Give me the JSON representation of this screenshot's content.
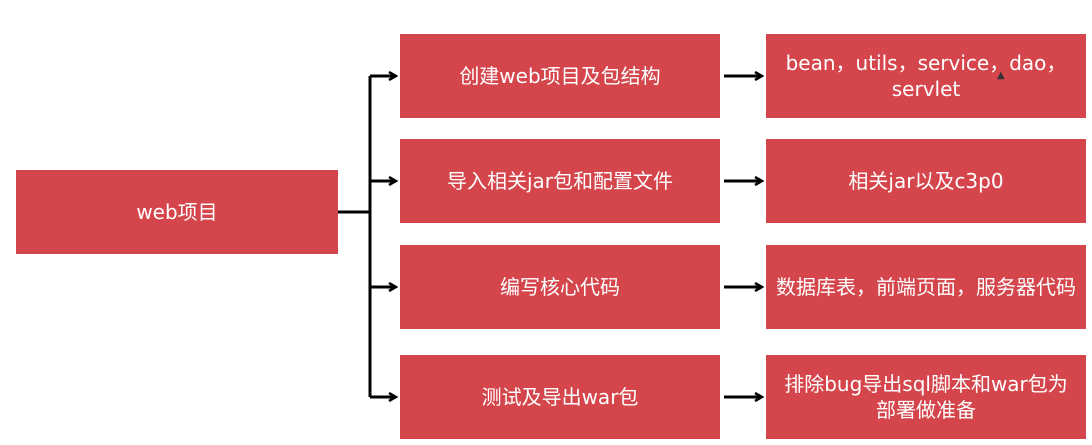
{
  "root": {
    "label": "web项目"
  },
  "steps": [
    {
      "label": "创建web项目及包结构",
      "detail": "bean，utils，service，dao，servlet"
    },
    {
      "label": "导入相关jar包和配置文件",
      "detail": "相关jar以及c3p0"
    },
    {
      "label": "编写核心代码",
      "detail": "数据库表，前端页面，服务器代码"
    },
    {
      "label": "测试及导出war包",
      "detail": "排除bug导出sql脚本和war包为部署做准备"
    }
  ],
  "colors": {
    "box": "#d4464c",
    "text": "#ffffff",
    "line": "#000000"
  }
}
